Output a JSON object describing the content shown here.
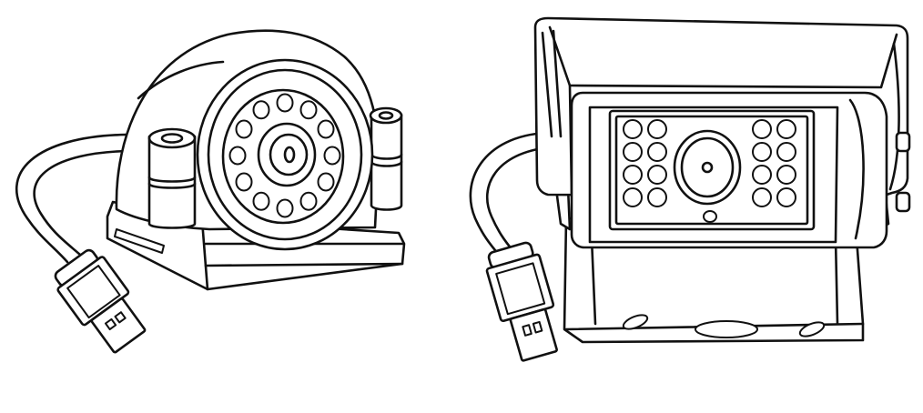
{
  "illustration": {
    "background_color": "#ffffff",
    "line_color": "#111111",
    "items": [
      {
        "name": "dome-camera",
        "icon": "dome-camera-icon",
        "ir_leds": 12
      },
      {
        "name": "rear-view-camera",
        "icon": "rear-view-camera-icon",
        "ir_leds": 16
      },
      {
        "name": "usb-cable",
        "icon": "usb-plug-icon",
        "count": 2
      }
    ]
  }
}
